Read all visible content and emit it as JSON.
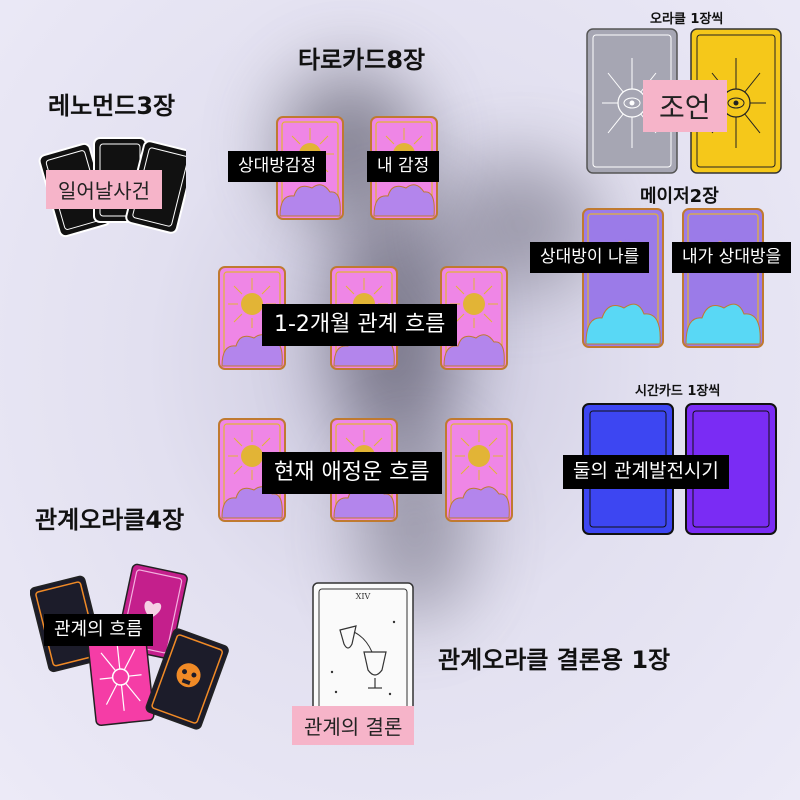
{
  "headings": {
    "tarot8": "타로카드8장",
    "lenormand3": "레노먼드3장",
    "relation_oracle4": "관계오라클4장",
    "relation_oracle_conclusion": "관계오라클 결론용 1장",
    "oracle_each1": "오라클 1장씩",
    "major2": "메이저2장",
    "timecard_each1": "시간카드 1장씩"
  },
  "labels": {
    "partner_feeling": "상대방감정",
    "my_feeling": "내 감정",
    "flow_1_2_months": "1-2개월 관계 흐름",
    "current_love_flow": "현재 애정운 흐름",
    "event": "일어날사건",
    "advice": "조언",
    "partner_to_me": "상대방이 나를",
    "me_to_partner": "내가 상대방을",
    "relationship_timing": "둘의 관계발전시기",
    "relationship_flow": "관계의 흐름",
    "relationship_conclusion": "관계의 결론"
  },
  "card_marks": {
    "temperance_numeral": "XIV"
  },
  "colors": {
    "pink_card": "#ef86e6",
    "purple_card": "#9b7be8",
    "cyan_cloud": "#59d8f5",
    "gold": "#e2b436",
    "label_pink": "#f6b4c9",
    "blue_card": "#3d46f2",
    "violet_card": "#7a2cf4",
    "yellow_card": "#f5c81a",
    "grey_card": "#a6a6b3"
  }
}
